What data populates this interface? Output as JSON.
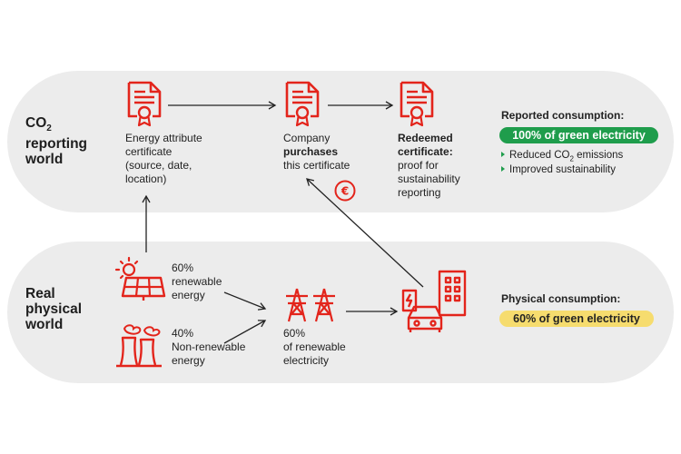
{
  "colors": {
    "accent_red": "#e3241b",
    "band_gray": "#ececec",
    "green_pill": "#1f9d4c",
    "yellow_pill": "#f6dc6e"
  },
  "co2_world": {
    "label_co": "CO",
    "label_sub": "2",
    "label_line2": "reporting",
    "label_line3": "world",
    "step1": {
      "icon": "certificate-icon",
      "lines": [
        "Energy attribute",
        "certificate",
        "(source, date,",
        "location)"
      ]
    },
    "step2": {
      "icon": "certificate-icon",
      "line1": "Company",
      "line2_bold": "purchases",
      "line3": "this certificate"
    },
    "step3": {
      "icon": "certificate-icon",
      "bold_line1": "Redeemed",
      "bold_line2": "certificate:",
      "lines": [
        "proof for",
        "sustainability",
        "reporting"
      ]
    },
    "reported": {
      "heading": "Reported consumption:",
      "pill": "100% of green electricity",
      "bullet1_a": "Reduced CO",
      "bullet1_sub": "2",
      "bullet1_b": " emissions",
      "bullet2": "Improved sustainability"
    },
    "payment_icon": "euro-coin-icon",
    "payment_symbol": "€"
  },
  "physical_world": {
    "label_lines": [
      "Real",
      "physical",
      "world"
    ],
    "renewable": {
      "icon": "solar-panel-icon",
      "lines": [
        "60%",
        "renewable",
        "energy"
      ]
    },
    "nonrenewable": {
      "icon": "power-plant-icon",
      "lines": [
        "40%",
        "Non-renewable",
        "energy"
      ]
    },
    "grid": {
      "icon": "transmission-tower-icon",
      "lines": [
        "60%",
        "of renewable",
        "electricity"
      ]
    },
    "consumer_icon": "electric-car-building-icon",
    "physical": {
      "heading": "Physical consumption:",
      "pill": "60% of green electricity"
    }
  }
}
